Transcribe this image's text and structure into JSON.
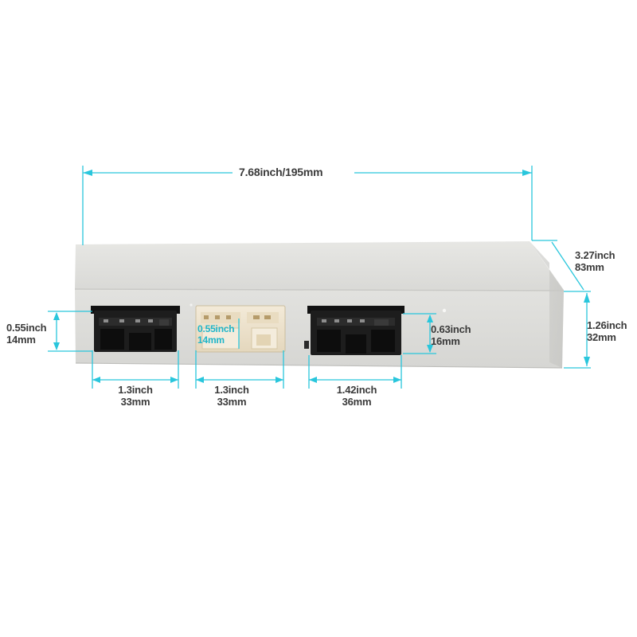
{
  "dimensions": {
    "length": "7.68inch/195mm",
    "depth_inch": "3.27inch",
    "depth_mm": "83mm",
    "height_inch": "1.26inch",
    "height_mm": "32mm",
    "connector_left": {
      "width_inch": "1.3inch",
      "width_mm": "33mm",
      "height_inch": "0.55inch",
      "height_mm": "14mm"
    },
    "connector_middle": {
      "width_inch": "1.3inch",
      "width_mm": "33mm",
      "height_inch": "0.55inch",
      "height_mm": "14mm"
    },
    "connector_right": {
      "width_inch": "1.42inch",
      "width_mm": "36mm",
      "height_inch": "0.63inch",
      "height_mm": "16mm"
    }
  },
  "colors": {
    "dimension_line": "#29c6dc",
    "housing": "#dededb",
    "connector_black": "#1d1d1d",
    "connector_white": "#ece2cf"
  }
}
